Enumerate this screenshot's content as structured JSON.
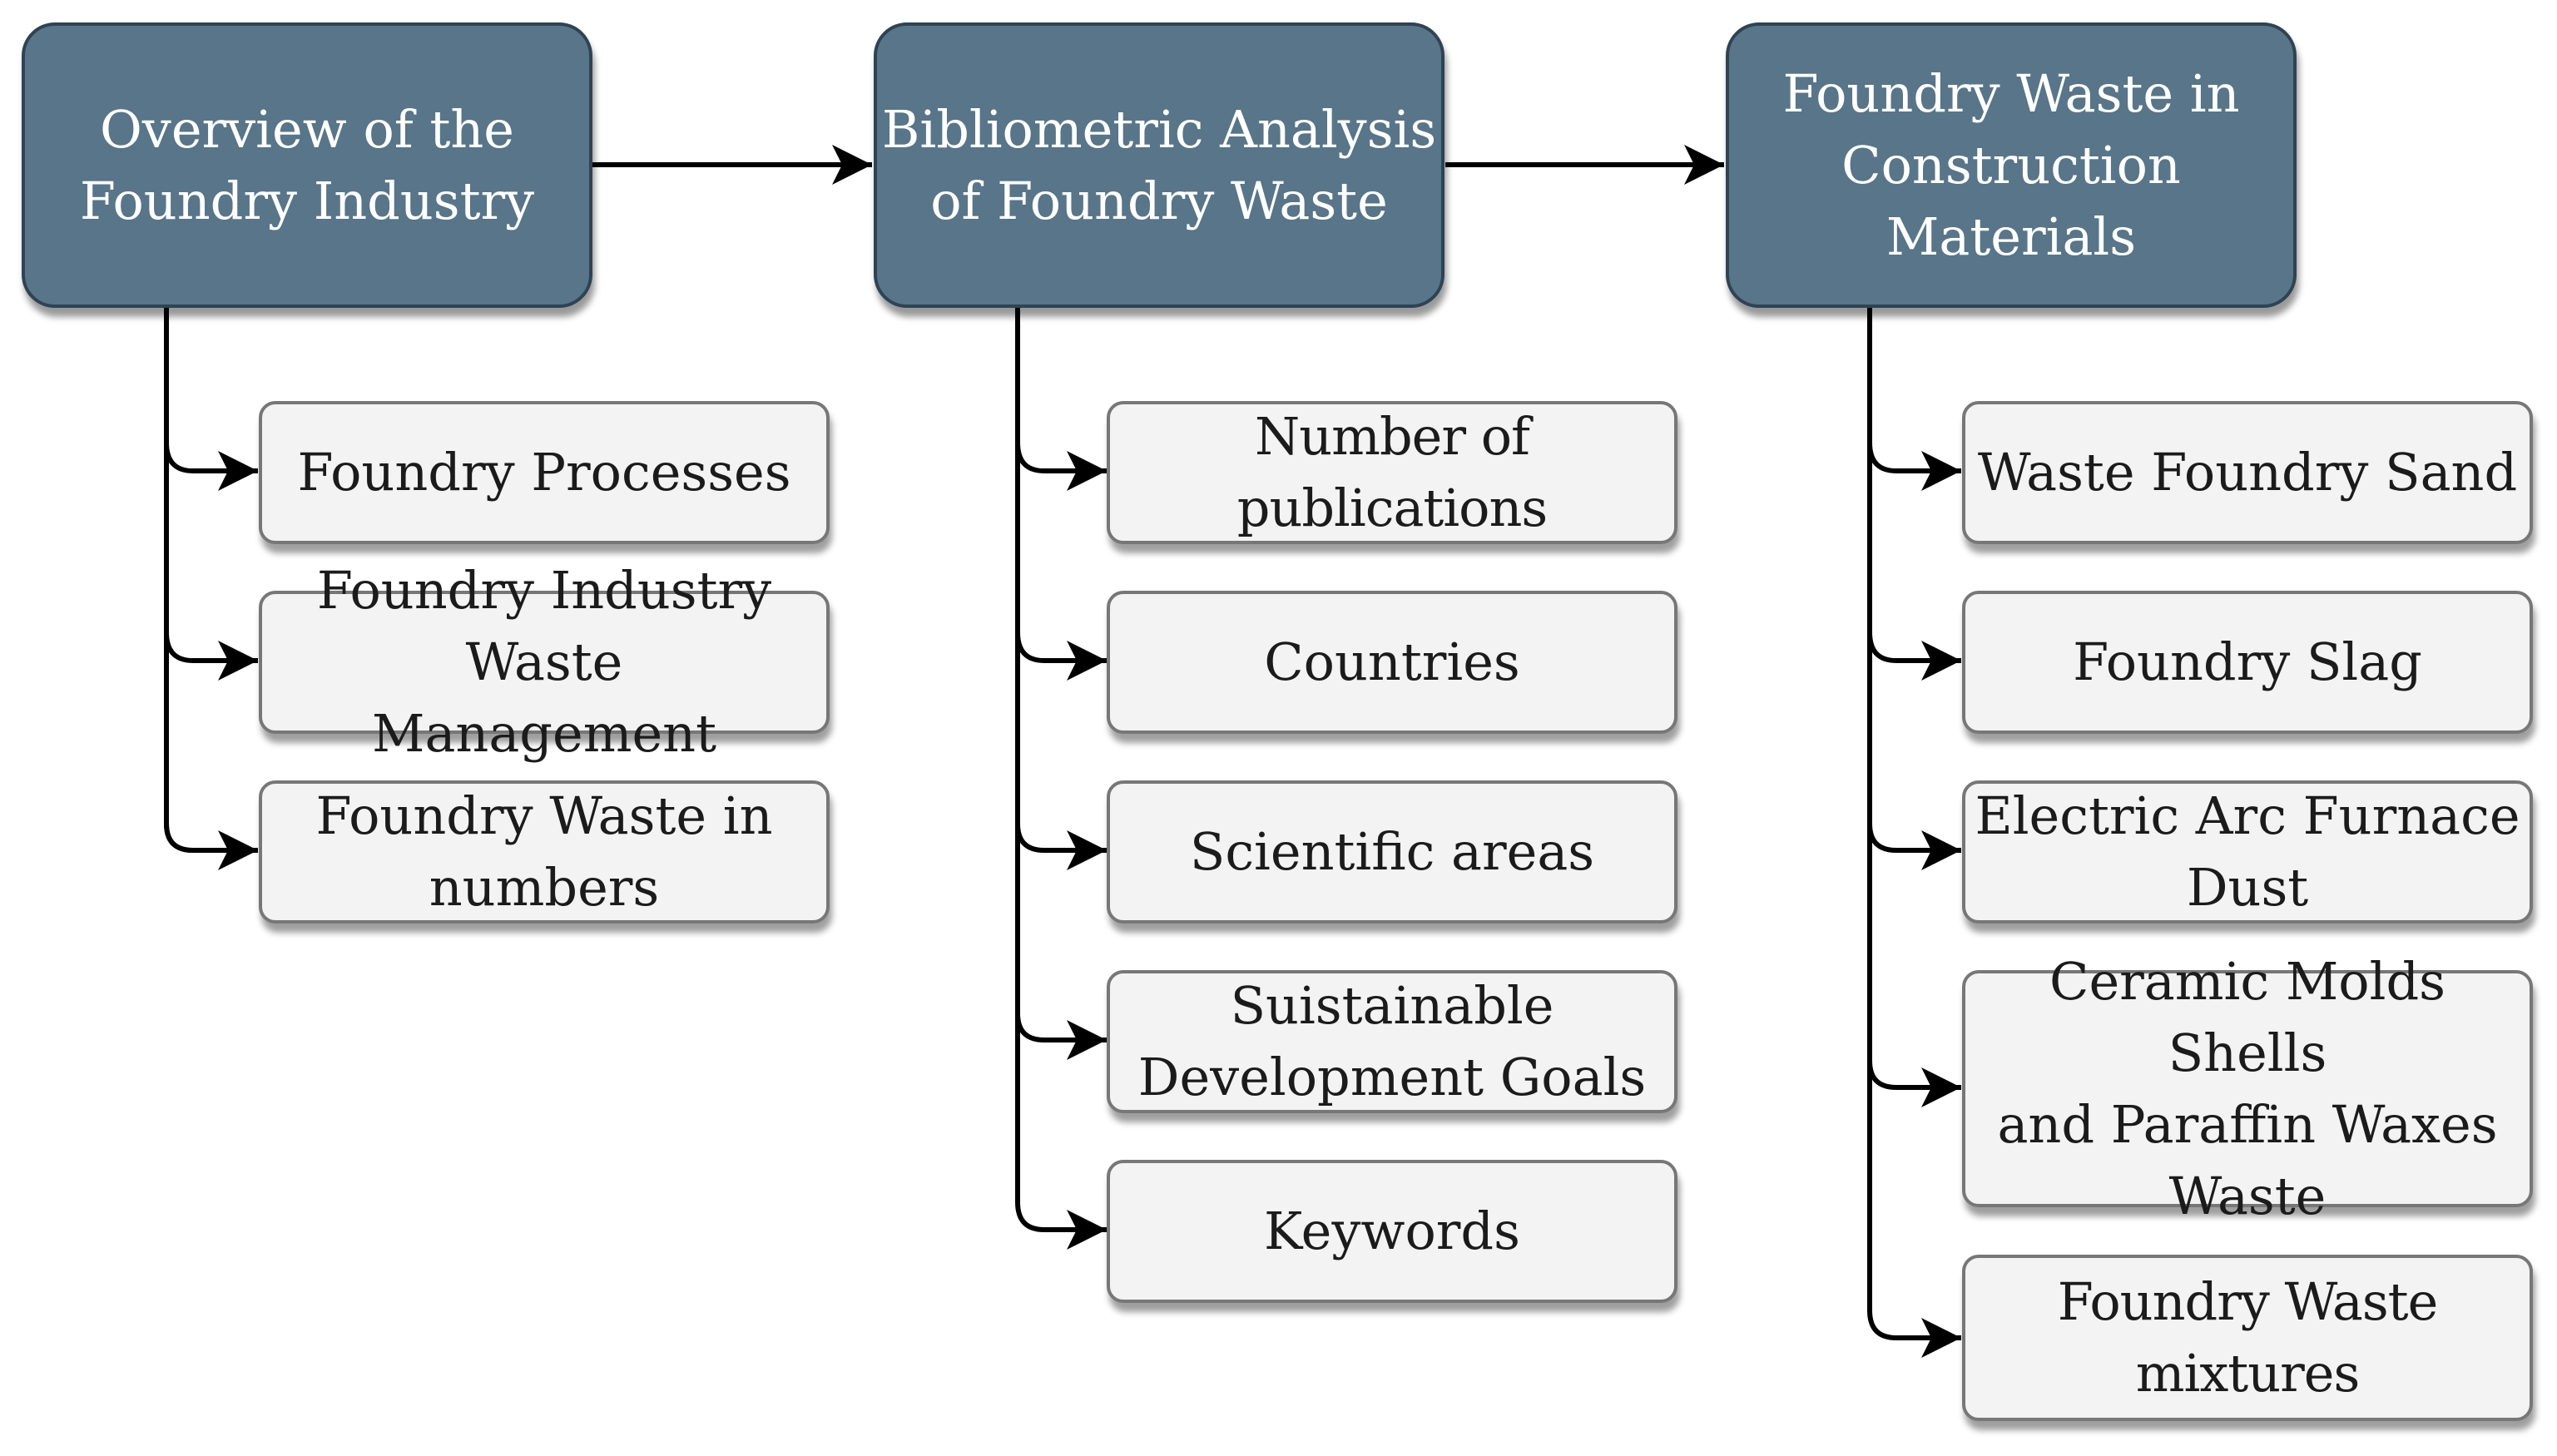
{
  "columns": [
    {
      "title": "Overview of the\nFoundry Industry",
      "items": [
        "Foundry Processes",
        "Foundry Industry Waste\nManagement",
        "Foundry Waste in\nnumbers"
      ]
    },
    {
      "title": "Bibliometric Analysis\nof Foundry Waste",
      "items": [
        "Number of publications",
        "Countries",
        "Scientific areas",
        "Suistainable\nDevelopment Goals",
        "Keywords"
      ]
    },
    {
      "title": "Foundry Waste in\nConstruction Materials",
      "items": [
        "Waste Foundry Sand",
        "Foundry Slag",
        "Electric Arc Furnace\nDust",
        "Ceramic Molds Shells\nand Paraffin Waxes\nWaste",
        "Foundry Waste mixtures"
      ]
    }
  ],
  "colors": {
    "main_fill": "#587589",
    "main_border": "#2e4354",
    "sub_fill": "#f3f3f3",
    "sub_border": "#777777",
    "connector": "#000000"
  }
}
